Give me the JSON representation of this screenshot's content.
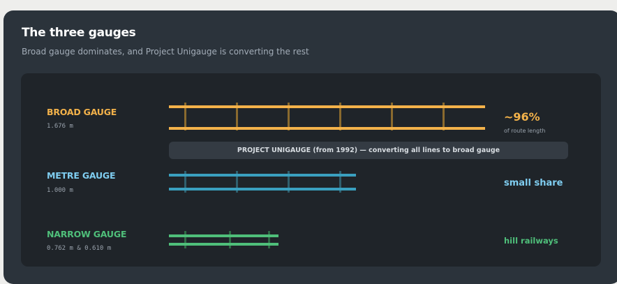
{
  "header": {
    "title": "The three gauges",
    "subtitle": "Broad gauge dominates, and Project Unigauge is converting the rest"
  },
  "gauges": [
    {
      "name": "BROAD GAUGE",
      "size": "1.676 m",
      "share_value": "~96%",
      "share_note": "of route length",
      "color": "#f3b24a",
      "sleeper_color": "#8a6a2e"
    },
    {
      "name": "METRE GAUGE",
      "size": "1.000 m",
      "share_label": "small share",
      "color": "#3aa0bf",
      "name_color": "#7fcdf0",
      "sleeper_color": "#2f5f6e"
    },
    {
      "name": "NARROW GAUGE",
      "size": "0.762 m & 0.610 m",
      "share_label": "hill railways",
      "color": "#4fbf7a",
      "sleeper_color": "#2f6a45"
    }
  ],
  "unigauge_banner": "PROJECT UNIGAUGE (from 1992) — converting all lines to broad gauge",
  "colors": {
    "card_background": "#2b333b",
    "panel_background": "#1f2429",
    "banner_background": "#343b43"
  }
}
